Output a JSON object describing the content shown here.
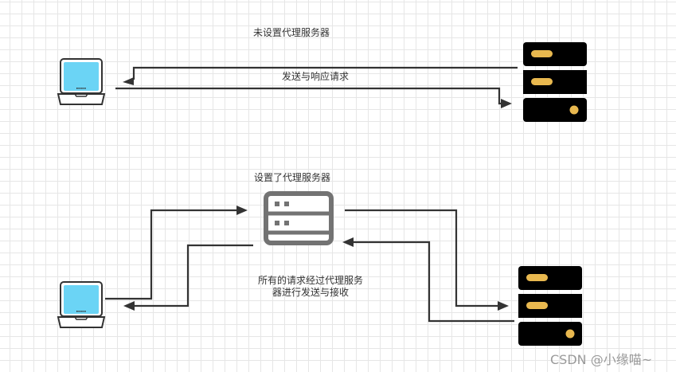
{
  "diagram": {
    "top_section": {
      "title": "未设置代理服务器",
      "arrow_label": "发送与响应请求"
    },
    "bottom_section": {
      "proxy_title": "设置了代理服务器",
      "description_line1": "所有的请求经过代理服务",
      "description_line2": "器进行发送与接收"
    },
    "watermark": "CSDN @小缘喵~",
    "colors": {
      "laptop_screen": "#6bd4f5",
      "laptop_outline": "#333333",
      "server_body": "#000000",
      "server_indicator": "#e8b84f",
      "proxy_server": "#737373",
      "arrow": "#333333",
      "grid": "#e6e6e6"
    },
    "nodes": [
      {
        "id": "client-top",
        "type": "laptop",
        "name": "客户端"
      },
      {
        "id": "server-top",
        "type": "server",
        "name": "目标服务器"
      },
      {
        "id": "proxy",
        "type": "proxy-server",
        "name": "代理服务器"
      },
      {
        "id": "client-bottom",
        "type": "laptop",
        "name": "客户端"
      },
      {
        "id": "server-bottom",
        "type": "server",
        "name": "目标服务器"
      }
    ],
    "edges": [
      {
        "from": "server-top",
        "to": "client-top",
        "label": "发送与响应请求"
      },
      {
        "from": "client-top",
        "to": "server-top",
        "label": "发送与响应请求"
      },
      {
        "from": "client-bottom",
        "to": "proxy"
      },
      {
        "from": "proxy",
        "to": "client-bottom"
      },
      {
        "from": "proxy",
        "to": "server-bottom"
      },
      {
        "from": "server-bottom",
        "to": "proxy"
      }
    ]
  }
}
